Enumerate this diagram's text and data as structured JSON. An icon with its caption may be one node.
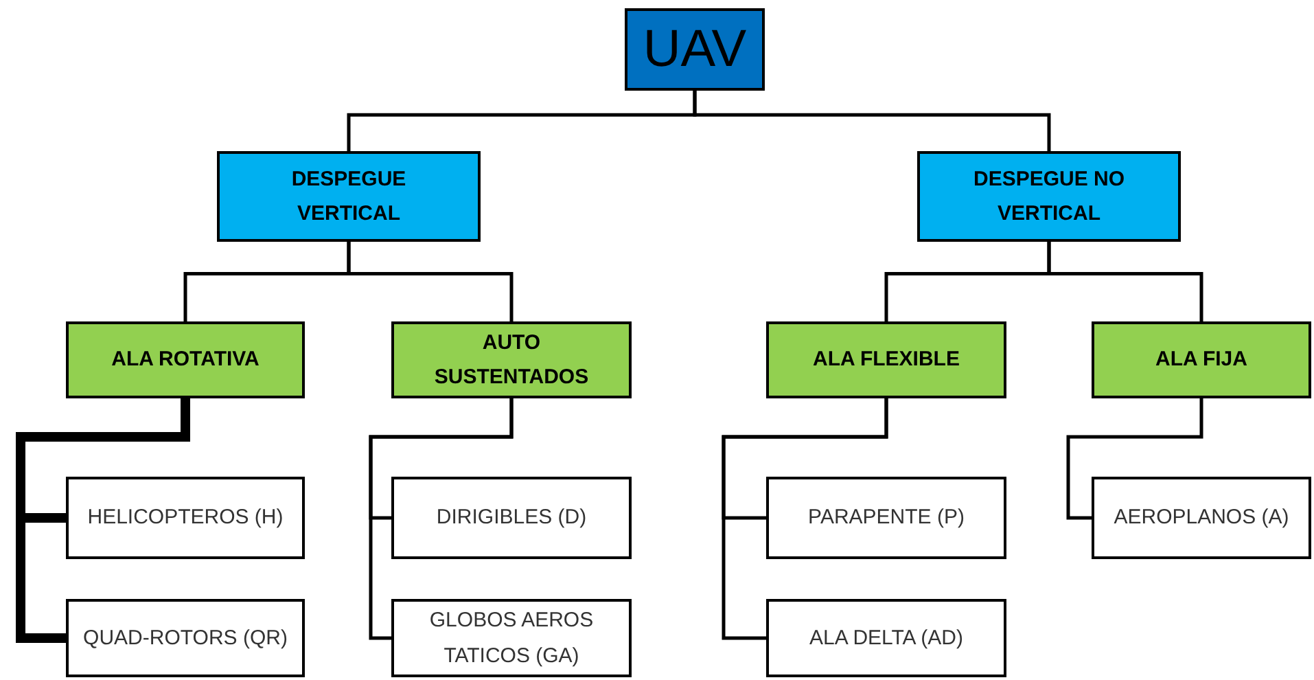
{
  "diagram": {
    "nodes": [
      {
        "text": [
          "UAV"
        ]
      },
      {
        "text": [
          "DESPEGUE VERTICAL"
        ]
      },
      {
        "text": [
          "DESPEGUE NO VERTICAL"
        ]
      },
      {
        "text": [
          "ALA ROTATIVA"
        ]
      },
      {
        "text": [
          "AUTO SUSTENTADOS"
        ]
      },
      {
        "text": [
          "ALA FLEXIBLE"
        ]
      },
      {
        "text": [
          "ALA FIJA"
        ]
      },
      {
        "text": [
          "HELICOPTEROS (H)"
        ]
      },
      {
        "text": [
          "QUAD-ROTORS (QR)"
        ]
      },
      {
        "text": [
          "DIRIGIBLES (D)"
        ]
      },
      {
        "text": [
          "GLOBOS AEROS TATICOS (GA)"
        ]
      },
      {
        "text": [
          "PARAPENTE (P)"
        ]
      },
      {
        "text": [
          "ALA DELTA (AD)"
        ]
      },
      {
        "text": [
          "AEROPLANOS (A)"
        ]
      }
    ],
    "edges": [
      {
        "from": 0,
        "to": 1,
        "arrow": "none"
      },
      {
        "from": 0,
        "to": 2,
        "arrow": "none"
      },
      {
        "from": 1,
        "to": 3,
        "arrow": "none"
      },
      {
        "from": 1,
        "to": 4,
        "arrow": "none"
      },
      {
        "from": 2,
        "to": 5,
        "arrow": "none"
      },
      {
        "from": 2,
        "to": 6,
        "arrow": "none"
      },
      {
        "from": 3,
        "to": 7,
        "arrow": "none",
        "style": "thick"
      },
      {
        "from": 3,
        "to": 8,
        "arrow": "none",
        "style": "thick"
      },
      {
        "from": 4,
        "to": 9,
        "arrow": "none"
      },
      {
        "from": 4,
        "to": 10,
        "arrow": "none"
      },
      {
        "from": 5,
        "to": 11,
        "arrow": "none"
      },
      {
        "from": 5,
        "to": 12,
        "arrow": "none"
      },
      {
        "from": 6,
        "to": 13,
        "arrow": "none"
      }
    ]
  }
}
